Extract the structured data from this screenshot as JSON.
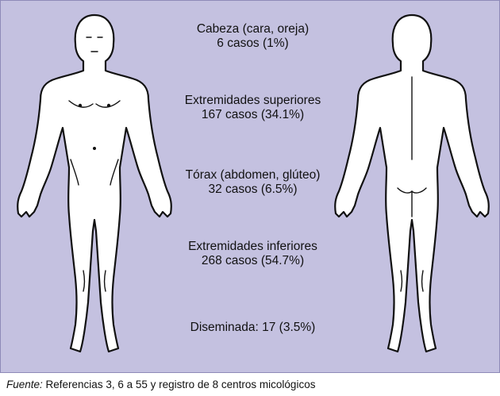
{
  "regions": [
    {
      "name": "Cabeza (cara, oreja)",
      "cases": "6 casos (1%)"
    },
    {
      "name": "Extremidades superiores",
      "cases": "167 casos (34.1%)"
    },
    {
      "name": "Tórax (abdomen, glúteo)",
      "cases": "32 casos (6.5%)"
    },
    {
      "name": "Extremidades inferiores",
      "cases": "268 casos (54.7%)"
    },
    {
      "name": "Diseminada: 17 (3.5%)",
      "cases": ""
    }
  ],
  "source": {
    "prefix": "Fuente:",
    "text": " Referencias 3, 6 a 55 y registro de 8 centros micológicos"
  },
  "colors": {
    "background": "#c4c1e0",
    "figure_fill": "#ffffff",
    "outline": "#111111"
  }
}
